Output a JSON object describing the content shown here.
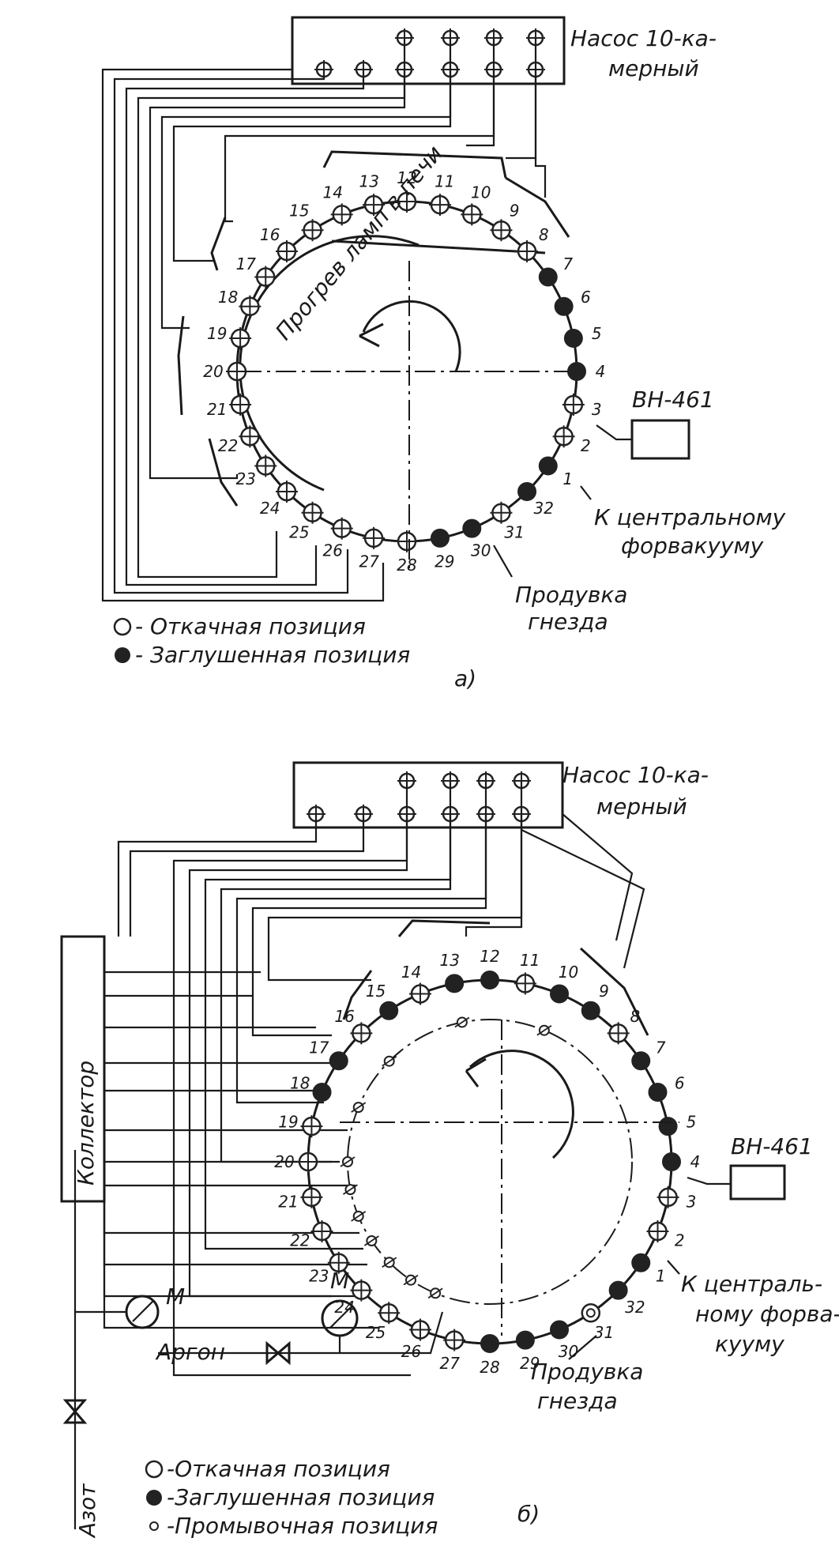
{
  "diagram_a": {
    "pump_label_1": "Насос 10-ка-",
    "pump_label_2": "мерный",
    "oven_label": "Прогрев ламп в печи",
    "vn_label": "ВН-461",
    "fore_label_1": "К центральному",
    "fore_label_2": "форвакууму",
    "purge_label_1": "Продувка",
    "purge_label_2": "гнезда",
    "legend": [
      {
        "symbol": "hollow",
        "text": "- Откачная позиция"
      },
      {
        "symbol": "filled",
        "text": "- Заглушенная позиция"
      }
    ],
    "caption": "а)",
    "positions": [
      {
        "n": "1",
        "type": "filled"
      },
      {
        "n": "2",
        "type": "hollow"
      },
      {
        "n": "3",
        "type": "hollow"
      },
      {
        "n": "4",
        "type": "filled"
      },
      {
        "n": "5",
        "type": "filled"
      },
      {
        "n": "6",
        "type": "filled"
      },
      {
        "n": "7",
        "type": "filled"
      },
      {
        "n": "8",
        "type": "hollow"
      },
      {
        "n": "9",
        "type": "hollow"
      },
      {
        "n": "10",
        "type": "hollow"
      },
      {
        "n": "11",
        "type": "hollow"
      },
      {
        "n": "12",
        "type": "hollow"
      },
      {
        "n": "13",
        "type": "hollow"
      },
      {
        "n": "14",
        "type": "hollow"
      },
      {
        "n": "15",
        "type": "hollow"
      },
      {
        "n": "16",
        "type": "hollow"
      },
      {
        "n": "17",
        "type": "hollow"
      },
      {
        "n": "18",
        "type": "hollow"
      },
      {
        "n": "19",
        "type": "hollow"
      },
      {
        "n": "20",
        "type": "hollow"
      },
      {
        "n": "21",
        "type": "hollow"
      },
      {
        "n": "22",
        "type": "hollow"
      },
      {
        "n": "23",
        "type": "hollow"
      },
      {
        "n": "24",
        "type": "hollow"
      },
      {
        "n": "25",
        "type": "hollow"
      },
      {
        "n": "26",
        "type": "hollow"
      },
      {
        "n": "27",
        "type": "hollow"
      },
      {
        "n": "28",
        "type": "hollow"
      },
      {
        "n": "29",
        "type": "filled"
      },
      {
        "n": "30",
        "type": "filled"
      },
      {
        "n": "31",
        "type": "hollow"
      },
      {
        "n": "32",
        "type": "filled"
      }
    ]
  },
  "diagram_b": {
    "pump_label_1": "Насос 10-ка-",
    "pump_label_2": "мерный",
    "collector_label": "Коллектор",
    "vn_label": "ВН-461",
    "fore_label_1": "К централь-",
    "fore_label_2": "ному форва-",
    "fore_label_3": "кууму",
    "purge_label_1": "Продувка",
    "purge_label_2": "гнезда",
    "argon_label": "Аргон",
    "nitrogen_label": "Азот",
    "gauge_label": "М",
    "legend": [
      {
        "symbol": "hollow",
        "text": "-Откачная позиция"
      },
      {
        "symbol": "filled",
        "text": "-Заглушенная позиция"
      },
      {
        "symbol": "small",
        "text": "-Промывочная позиция"
      }
    ],
    "caption": "б)",
    "positions": [
      {
        "n": "1",
        "type": "filled"
      },
      {
        "n": "2",
        "type": "hollow"
      },
      {
        "n": "3",
        "type": "hollow"
      },
      {
        "n": "4",
        "type": "filled"
      },
      {
        "n": "5",
        "type": "filled"
      },
      {
        "n": "6",
        "type": "filled"
      },
      {
        "n": "7",
        "type": "filled"
      },
      {
        "n": "8",
        "type": "hollow"
      },
      {
        "n": "9",
        "type": "filled"
      },
      {
        "n": "10",
        "type": "filled"
      },
      {
        "n": "11",
        "type": "hollow"
      },
      {
        "n": "12",
        "type": "filled"
      },
      {
        "n": "13",
        "type": "filled"
      },
      {
        "n": "14",
        "type": "hollow"
      },
      {
        "n": "15",
        "type": "filled"
      },
      {
        "n": "16",
        "type": "hollow"
      },
      {
        "n": "17",
        "type": "filled"
      },
      {
        "n": "18",
        "type": "filled"
      },
      {
        "n": "19",
        "type": "hollow"
      },
      {
        "n": "20",
        "type": "hollow"
      },
      {
        "n": "21",
        "type": "hollow"
      },
      {
        "n": "22",
        "type": "hollow"
      },
      {
        "n": "23",
        "type": "hollow"
      },
      {
        "n": "24",
        "type": "hollow"
      },
      {
        "n": "25",
        "type": "hollow"
      },
      {
        "n": "26",
        "type": "hollow"
      },
      {
        "n": "27",
        "type": "hollow"
      },
      {
        "n": "28",
        "type": "filled"
      },
      {
        "n": "29",
        "type": "filled"
      },
      {
        "n": "30",
        "type": "filled"
      },
      {
        "n": "31",
        "type": "ring"
      },
      {
        "n": "32",
        "type": "filled"
      }
    ]
  }
}
